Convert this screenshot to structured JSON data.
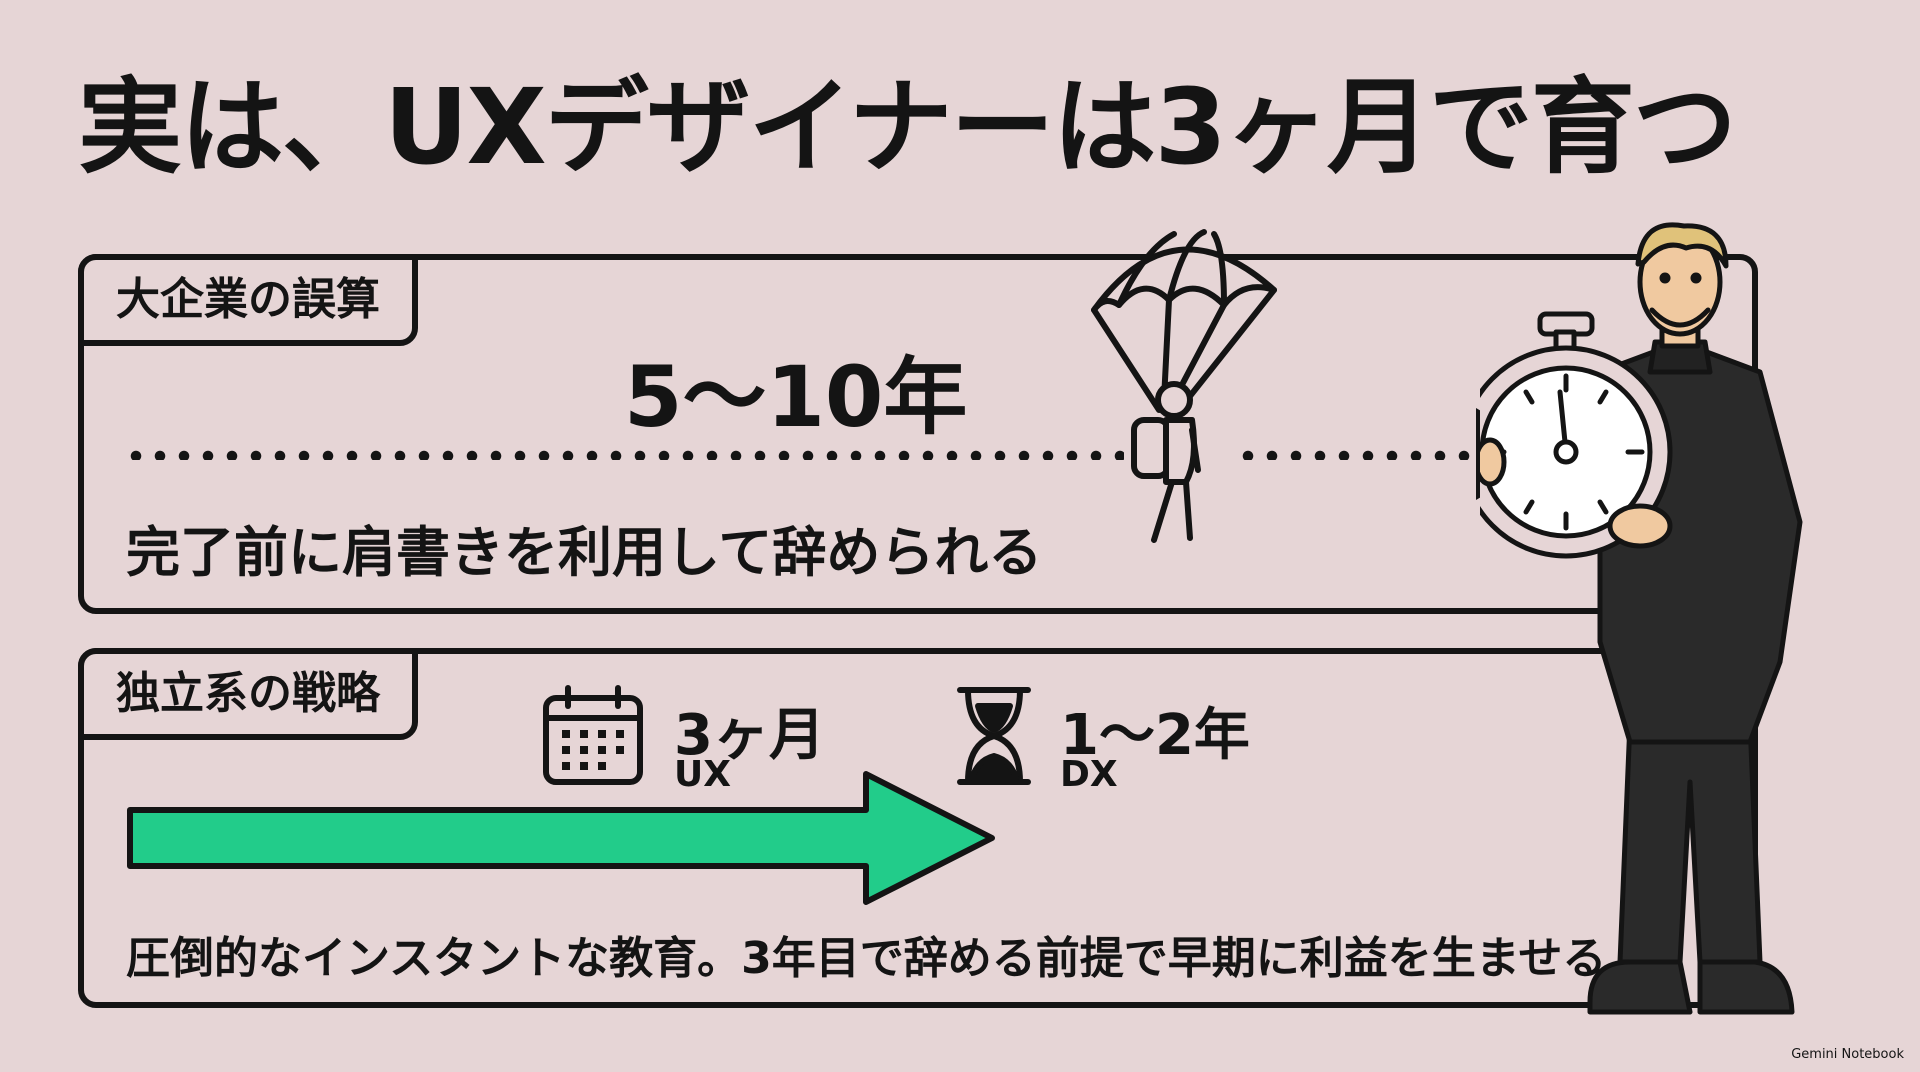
{
  "title": "実は、UXデザイナーは3ヶ月で育つ",
  "top_panel": {
    "tab": "大企業の誤算",
    "years": "5〜10年",
    "note": "完了前に肩書きを利用して辞められる"
  },
  "bottom_panel": {
    "tab": "独立系の戦略",
    "ux_value": "3ヶ月",
    "ux_label": "UX",
    "dx_value": "1〜2年",
    "dx_label": "DX",
    "note": "圧倒的なインスタントな教育。3年目で辞める前提で早期に利益を生ませる"
  },
  "brand": "Gemini Notebook",
  "colors": {
    "background": "#e6d5d6",
    "ink": "#141414",
    "accent": "#22cc8a"
  },
  "icons": [
    "parachute-icon",
    "stopwatch-icon",
    "calendar-icon",
    "hourglass-icon"
  ]
}
